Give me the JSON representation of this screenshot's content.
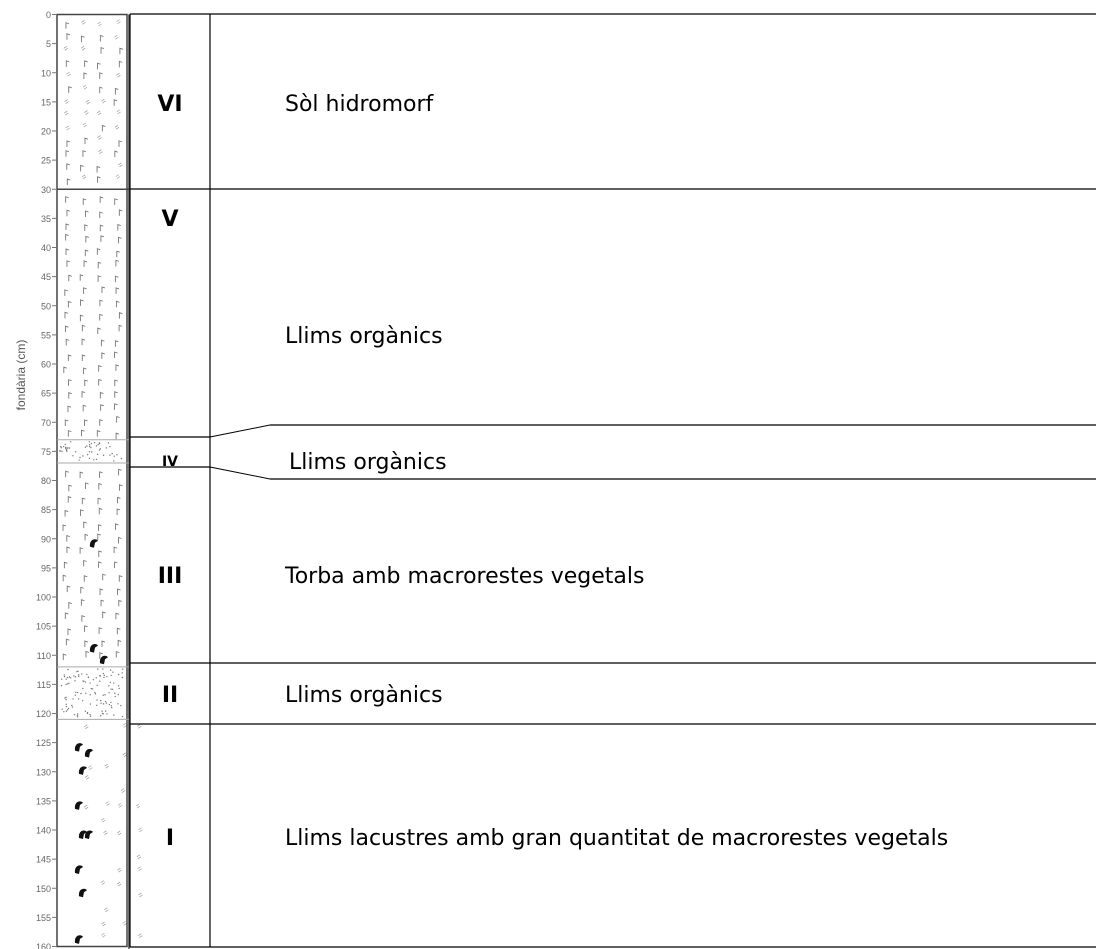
{
  "y_axis": {
    "label": "fondària (cm)",
    "ticks": [
      0,
      5,
      10,
      15,
      20,
      25,
      30,
      35,
      40,
      45,
      50,
      55,
      60,
      65,
      70,
      75,
      80,
      85,
      90,
      95,
      100,
      105,
      110,
      115,
      120,
      125,
      130,
      135,
      140,
      145,
      150,
      155,
      160
    ]
  },
  "units": [
    {
      "id": "VI",
      "top_cm": 0,
      "bottom_cm": 30,
      "label": "VI",
      "description": "Sòl hidromorf",
      "pattern": "silt-peat"
    },
    {
      "id": "V",
      "top_cm": 30,
      "bottom_cm": 73,
      "label": "V",
      "description": "Llims orgànics",
      "pattern": "peat"
    },
    {
      "id": "IV",
      "top_cm": 73,
      "bottom_cm": 77,
      "label": "IV",
      "description": "Llims orgànics",
      "pattern": "dots"
    },
    {
      "id": "III",
      "top_cm": 77,
      "bottom_cm": 112,
      "label": "III",
      "description": "Torba amb macrorestes vegetals",
      "pattern": "peat-macro"
    },
    {
      "id": "II",
      "top_cm": 112,
      "bottom_cm": 121,
      "label": "II",
      "description": "Llims orgànics",
      "pattern": "dots"
    },
    {
      "id": "I",
      "top_cm": 121,
      "bottom_cm": 160,
      "label": "I",
      "description": "Llims lacustres amb gran quantitat de macrorestes vegetals",
      "pattern": "lacustrine-macro"
    }
  ]
}
